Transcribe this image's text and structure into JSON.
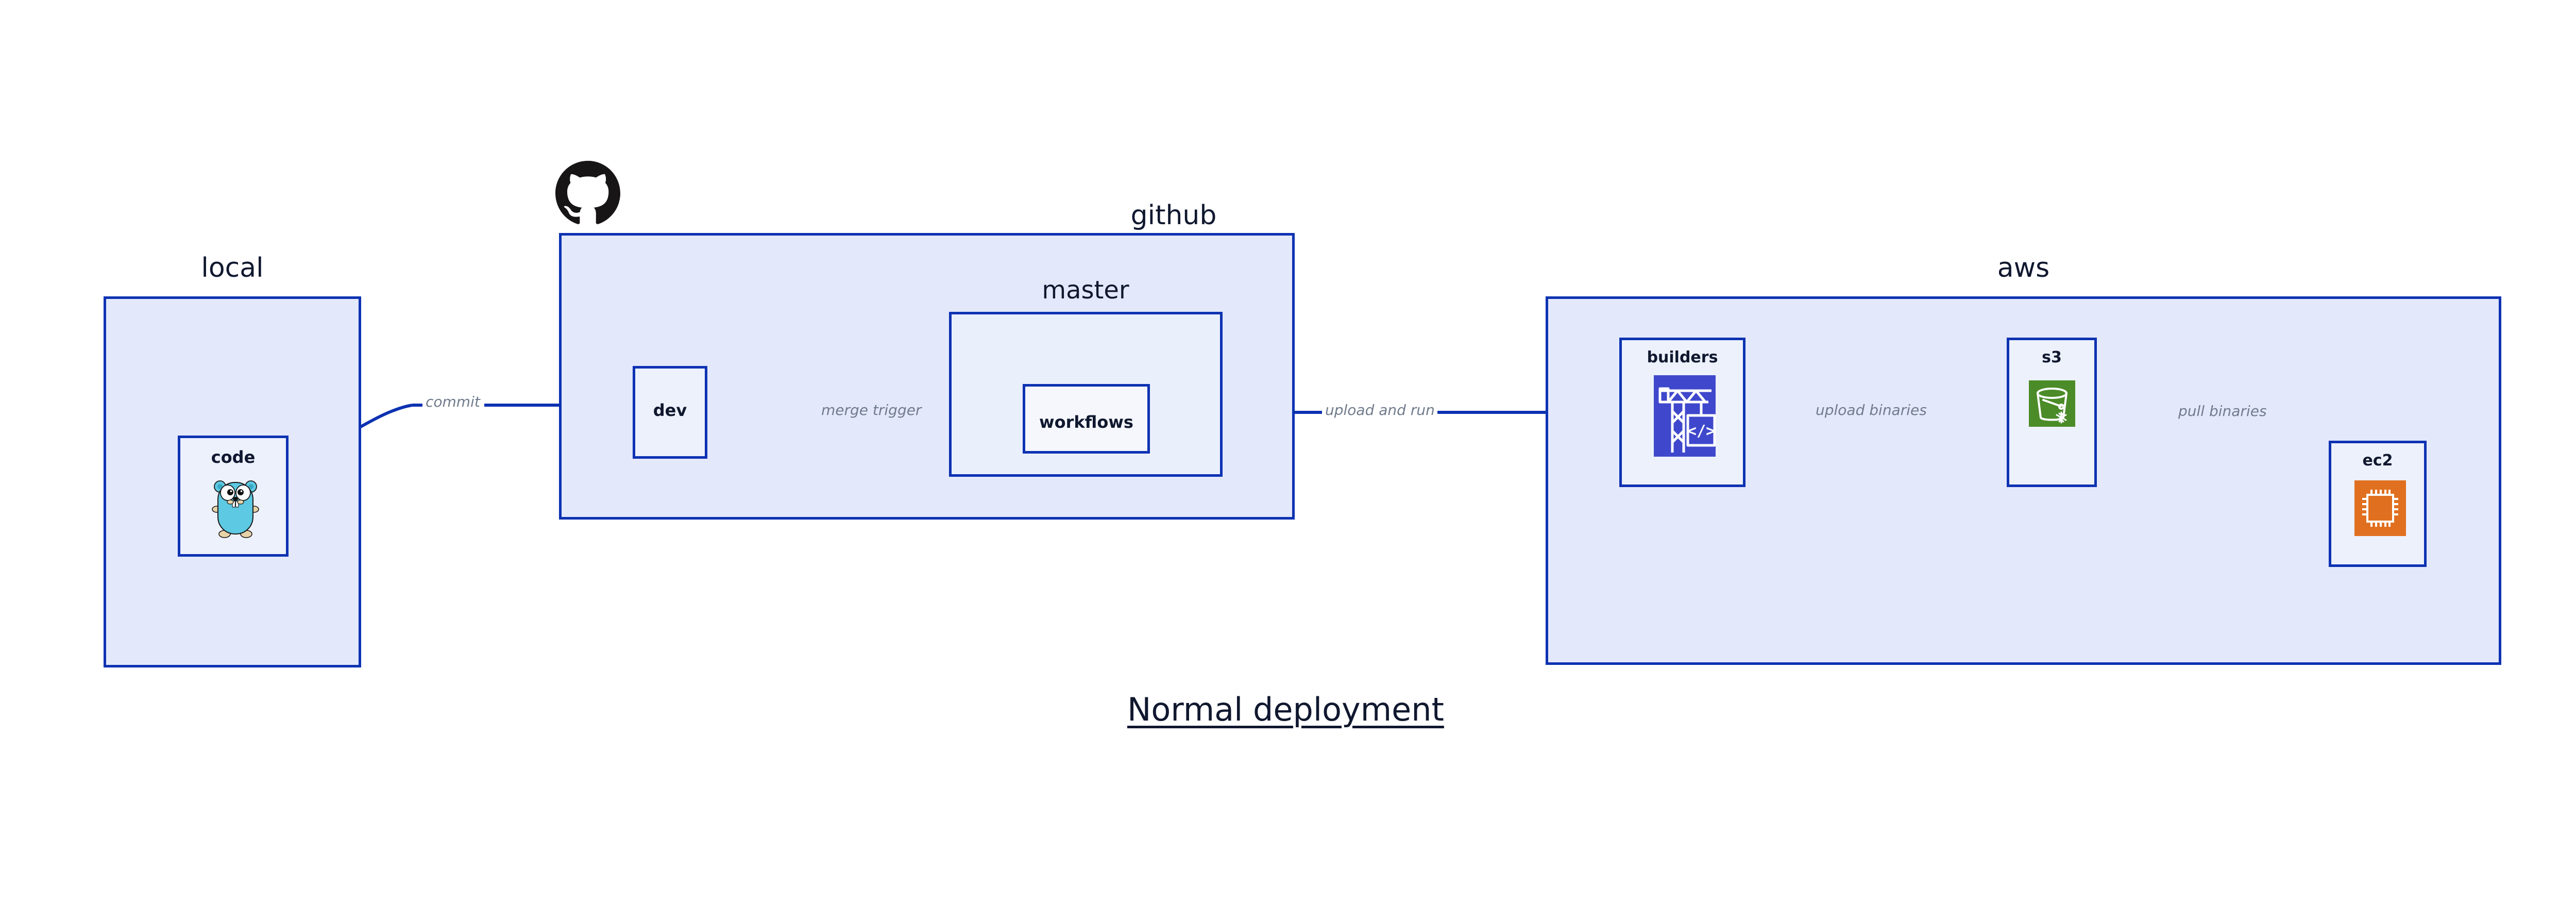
{
  "diagram": {
    "title": "Normal deployment",
    "accent_border": "#0D32B2",
    "group_fill": "#E3E8FB",
    "node_fill": "#EDF1FC",
    "label_color": "#10182F",
    "edge_label_color": "#707B8C"
  },
  "groups": [
    {
      "id": "local",
      "label": "local"
    },
    {
      "id": "github",
      "label": "github"
    },
    {
      "id": "aws",
      "label": "aws"
    }
  ],
  "subgroups": [
    {
      "id": "master",
      "label": "master",
      "parent": "github"
    }
  ],
  "nodes": [
    {
      "id": "code",
      "label": "code",
      "parent": "local",
      "icon": "go-gopher-icon",
      "icon_color": "#5DC9E2"
    },
    {
      "id": "dev",
      "label": "dev",
      "parent": "github",
      "icon": null,
      "icon_color": null
    },
    {
      "id": "workflows",
      "label": "workflows",
      "parent": "master",
      "icon": null,
      "icon_color": null
    },
    {
      "id": "builders",
      "label": "builders",
      "parent": "aws",
      "icon": "crane-builder-icon",
      "icon_color": "#3F48CC"
    },
    {
      "id": "s3",
      "label": "s3",
      "parent": "aws",
      "icon": "s3-bucket-icon",
      "icon_color": "#4B8B28"
    },
    {
      "id": "ec2",
      "label": "ec2",
      "parent": "aws",
      "icon": "ec2-cpu-chip-icon",
      "icon_color": "#E07020"
    }
  ],
  "edges": [
    {
      "id": "commit",
      "label": "commit",
      "from": "code",
      "to": "dev"
    },
    {
      "id": "merge-trigger",
      "label": "merge trigger",
      "from": "dev",
      "to": "workflows"
    },
    {
      "id": "upload-and-run",
      "label": "upload and run",
      "from": "workflows",
      "to": "builders"
    },
    {
      "id": "upload-binaries",
      "label": "upload binaries",
      "from": "builders",
      "to": "s3"
    },
    {
      "id": "pull-binaries",
      "label": "pull binaries",
      "from": "s3",
      "to": "ec2"
    }
  ],
  "logos": [
    {
      "id": "github-logo",
      "name": "github-octocat-icon",
      "color": "#171515"
    }
  ]
}
